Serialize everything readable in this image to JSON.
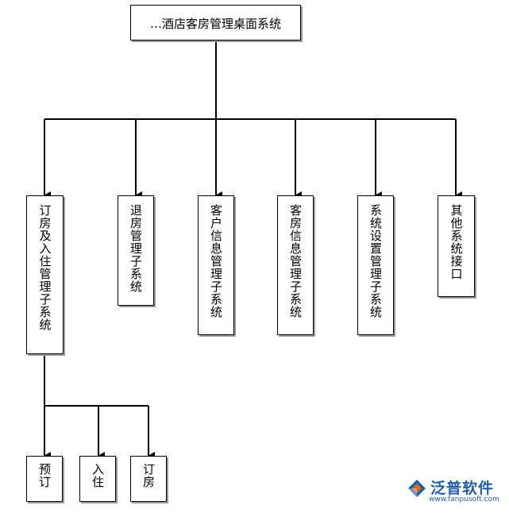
{
  "diagram": {
    "root": "…酒店客房管理桌面系统",
    "subsystems": [
      "订房及入住管理子系统",
      "退房管理子系统",
      "客户信息管理子系统",
      "客房信息管理子系统",
      "系统设置管理子系统",
      "其他系统接口"
    ],
    "children": [
      "预订",
      "入住",
      "订房"
    ]
  },
  "watermark": {
    "brand": "泛普软件",
    "url": "www.fanpusoft.com"
  },
  "colors": {
    "line": "#000000",
    "shadow": "#9a9a9a",
    "brand": "#1f5fa8",
    "brand_accent": "#e06a1b"
  }
}
